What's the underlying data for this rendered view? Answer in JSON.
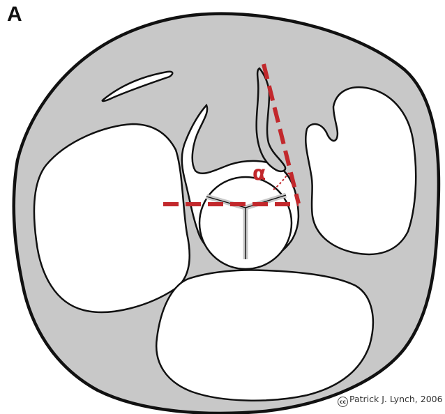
{
  "figure": {
    "panel_label": "A",
    "angle_label": "α",
    "credit": {
      "cc_glyph": "cc",
      "text": "Patrick J. Lynch, 2006"
    }
  },
  "colors": {
    "tissue": "#c8c8c8",
    "outline": "#111111",
    "chamber": "#ffffff",
    "angle_lines": "#c2282c"
  }
}
